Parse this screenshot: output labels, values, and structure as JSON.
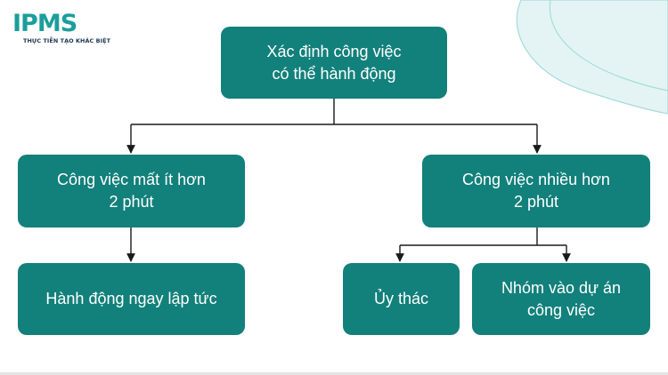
{
  "colors": {
    "node_fill": "#12807b",
    "node_text": "#ffffff",
    "connector": "#1a1a1a",
    "decor_fill": "#e4f4f4",
    "decor_stroke": "#a6dcdc",
    "logo_primary": "#1b9e9b",
    "logo_tagline": "#1a3550",
    "footer_line": "#e3e3e3"
  },
  "logo": {
    "mark": "IPMS",
    "tagline": "THỰC TIỄN TẠO KHÁC BIỆT"
  },
  "diagram": {
    "root": {
      "label": "Xác định công việc\ncó thể hành động"
    },
    "left_branch": {
      "label": "Công việc mất ít hơn\n2 phút"
    },
    "right_branch": {
      "label": "Công việc nhiều hơn\n2 phút"
    },
    "left_leaf": {
      "label": "Hành động ngay lập tức"
    },
    "right_leaf_1": {
      "label": "Ủy thác"
    },
    "right_leaf_2": {
      "label": "Nhóm vào dự án\ncông việc"
    }
  }
}
